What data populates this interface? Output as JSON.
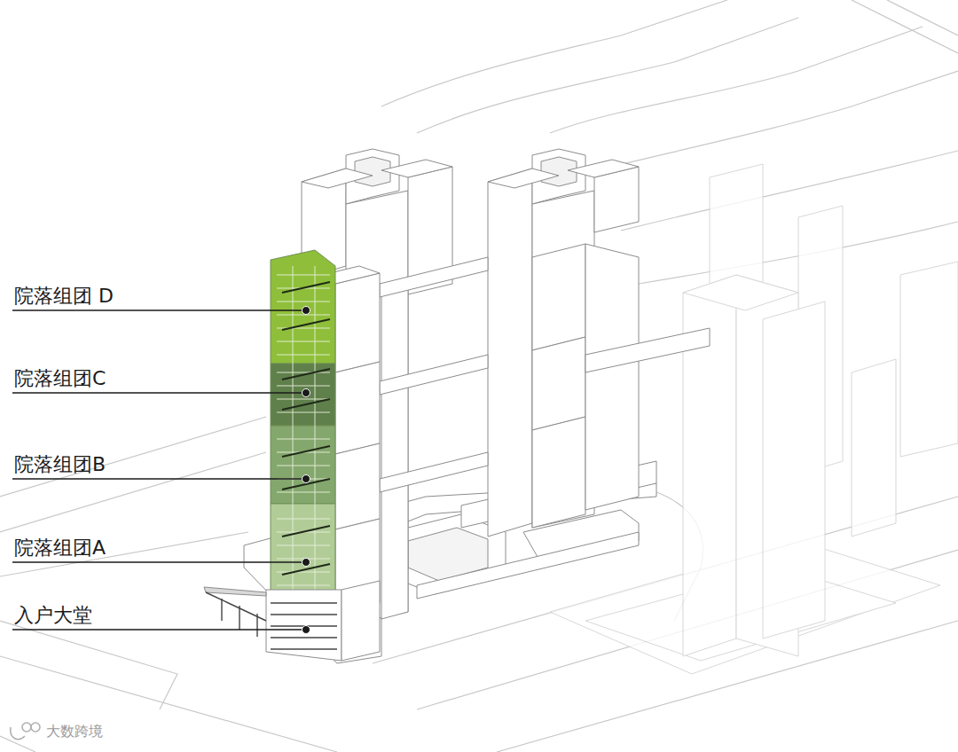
{
  "diagram": {
    "labels": [
      "院落组团 D",
      "院落组团C",
      "院落组团B",
      "院落组团A",
      "入户大堂",
      "大数跨境"
    ]
  }
}
